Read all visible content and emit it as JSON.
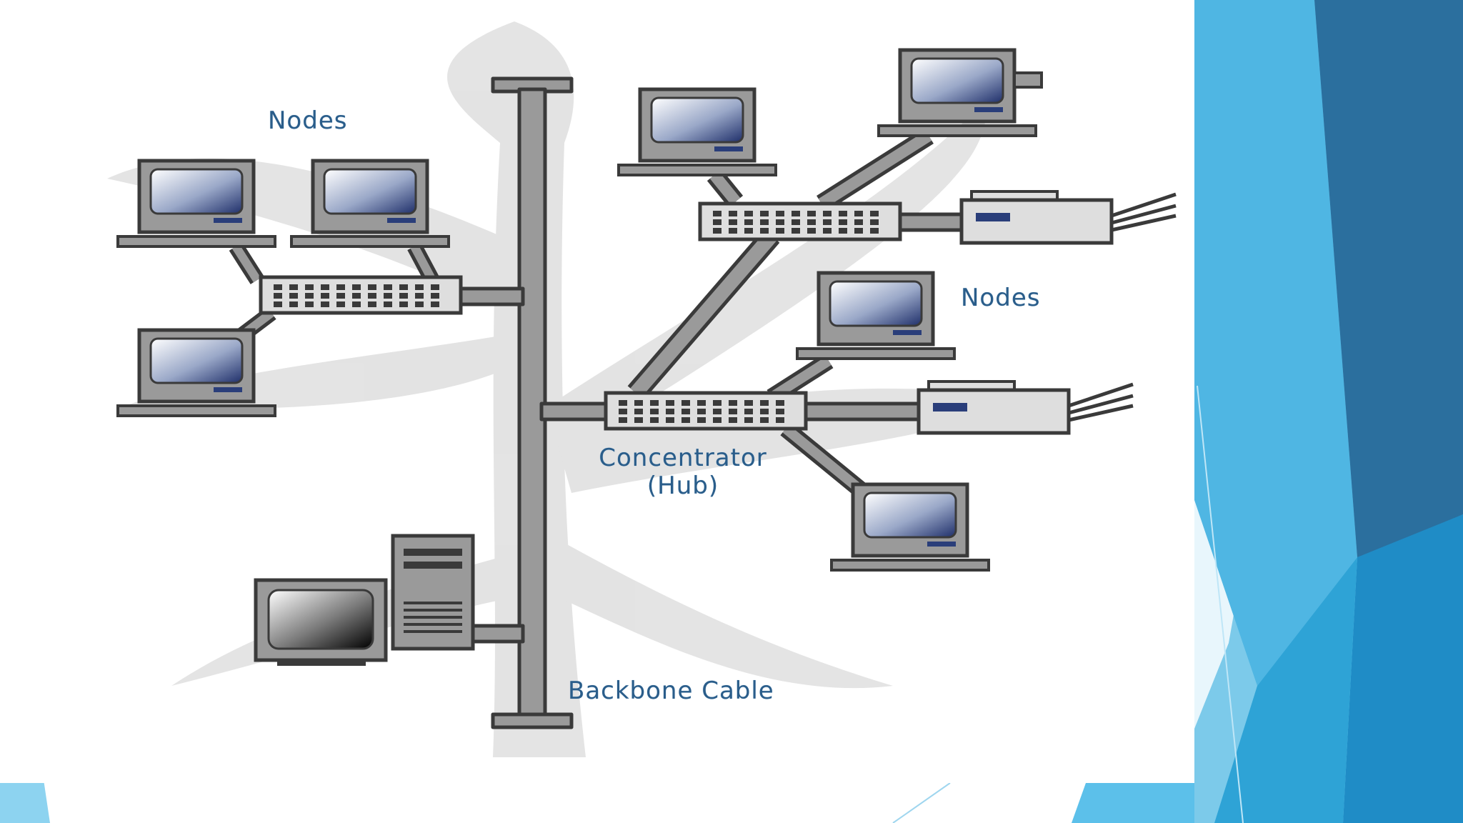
{
  "diagram": {
    "labels": {
      "nodes_left": "Nodes",
      "nodes_right": "Nodes",
      "concentrator_line1": "Concentrator",
      "concentrator_line2": "(Hub)",
      "backbone": "Backbone Cable"
    }
  },
  "colors": {
    "slide_background": "#ffffff",
    "label_text": "#2a5d8a",
    "cable_gray": "#9a9a9a",
    "outline": "#3a3a3a",
    "tree_shadow": "#dcdcdc",
    "accent_light_blue": "#7ccaea",
    "accent_mid_blue": "#2ea3d6",
    "accent_dark_blue": "#2b6f9e"
  },
  "icons": [
    "desktop-computer-icon",
    "hub-icon",
    "printer-icon",
    "server-tower-icon",
    "crt-monitor-icon"
  ]
}
